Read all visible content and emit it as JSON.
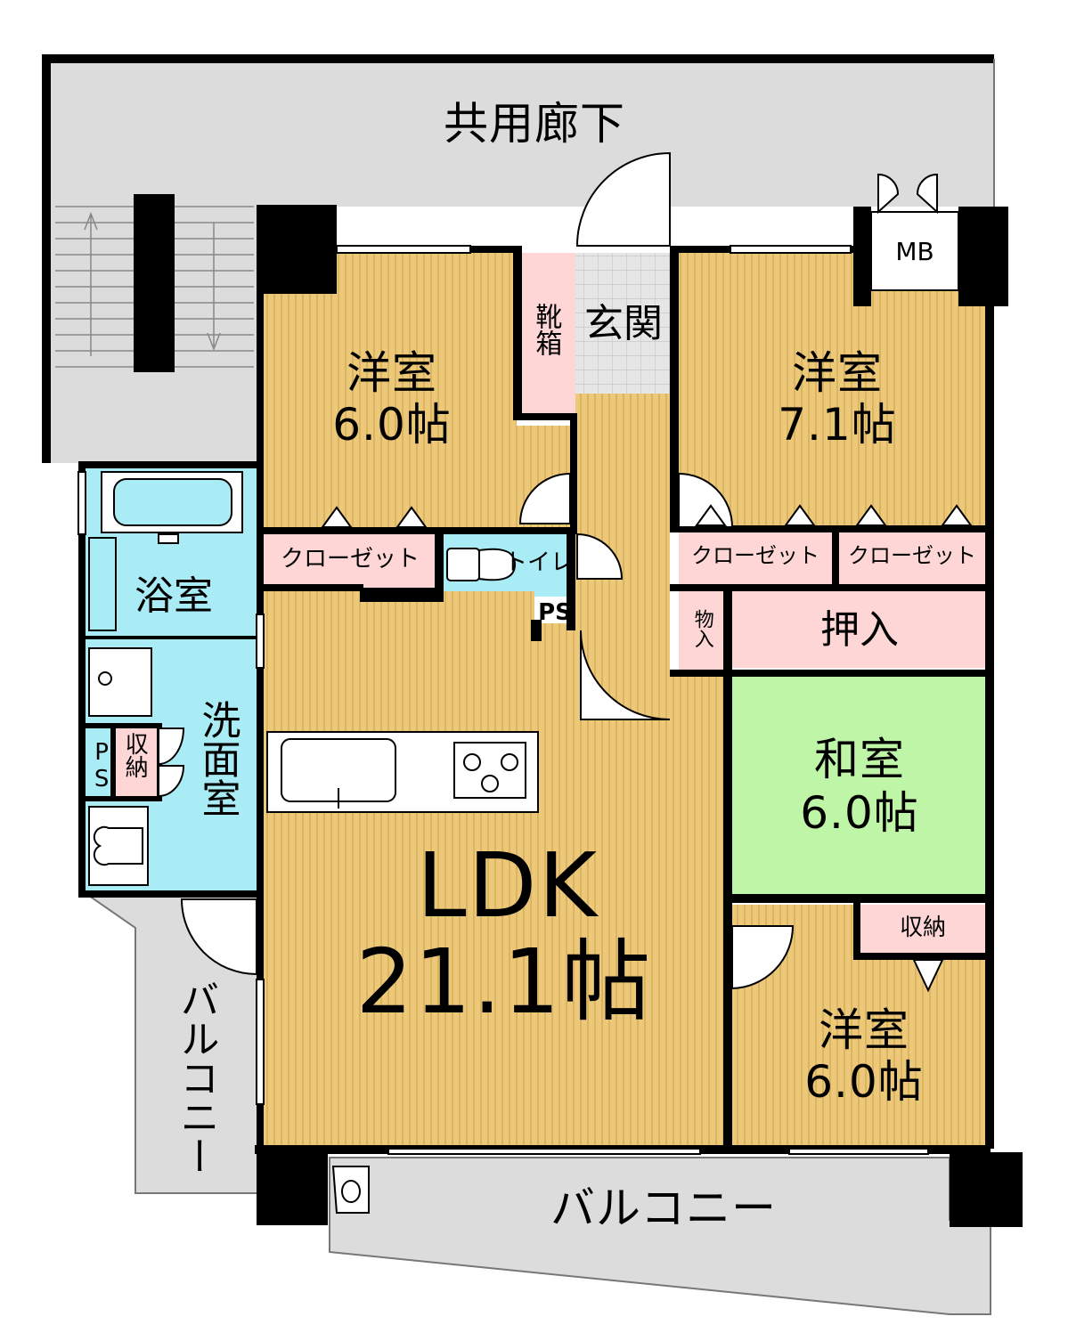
{
  "colors": {
    "floor_wood": "#ecc97a",
    "floor_line": "#d9aa52",
    "corridor": "#dcdcdc",
    "wet_area": "#a9ecf5",
    "storage": "#ffd6d6",
    "tatami": "#bff5a6",
    "wall": "#000000",
    "entrance_tile": "#e6e6e6"
  },
  "rooms": {
    "corridor": "共用廊下",
    "western_1": {
      "name": "洋室",
      "size": "6.0帖"
    },
    "western_2": {
      "name": "洋室",
      "size": "7.1帖"
    },
    "western_3": {
      "name": "洋室",
      "size": "6.0帖"
    },
    "japanese": {
      "name": "和室",
      "size": "6.0帖"
    },
    "ldk": {
      "name": "LDK",
      "size": "21.1帖"
    },
    "entrance": "玄関",
    "shoe_box": "靴箱",
    "bath": "浴室",
    "washroom": "洗面室",
    "toilet": "トイレ",
    "closet_1": "クローゼット",
    "closet_2": "クローゼット",
    "closet_3": "クローゼット",
    "oshiire": "押入",
    "monoire": "物入",
    "storage_1": "収納",
    "storage_2": "収納",
    "ps_1": "PS",
    "ps_2": "PS",
    "mb": "MB",
    "balcony_side": "バルコニー",
    "balcony_main": "バルコニー"
  }
}
